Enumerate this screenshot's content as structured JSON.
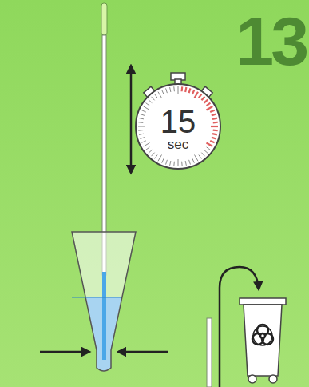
{
  "diagram": {
    "nodes": [
      {
        "text": [
          "15",
          "sec"
        ]
      }
    ],
    "labels": [
      "13"
    ]
  }
}
